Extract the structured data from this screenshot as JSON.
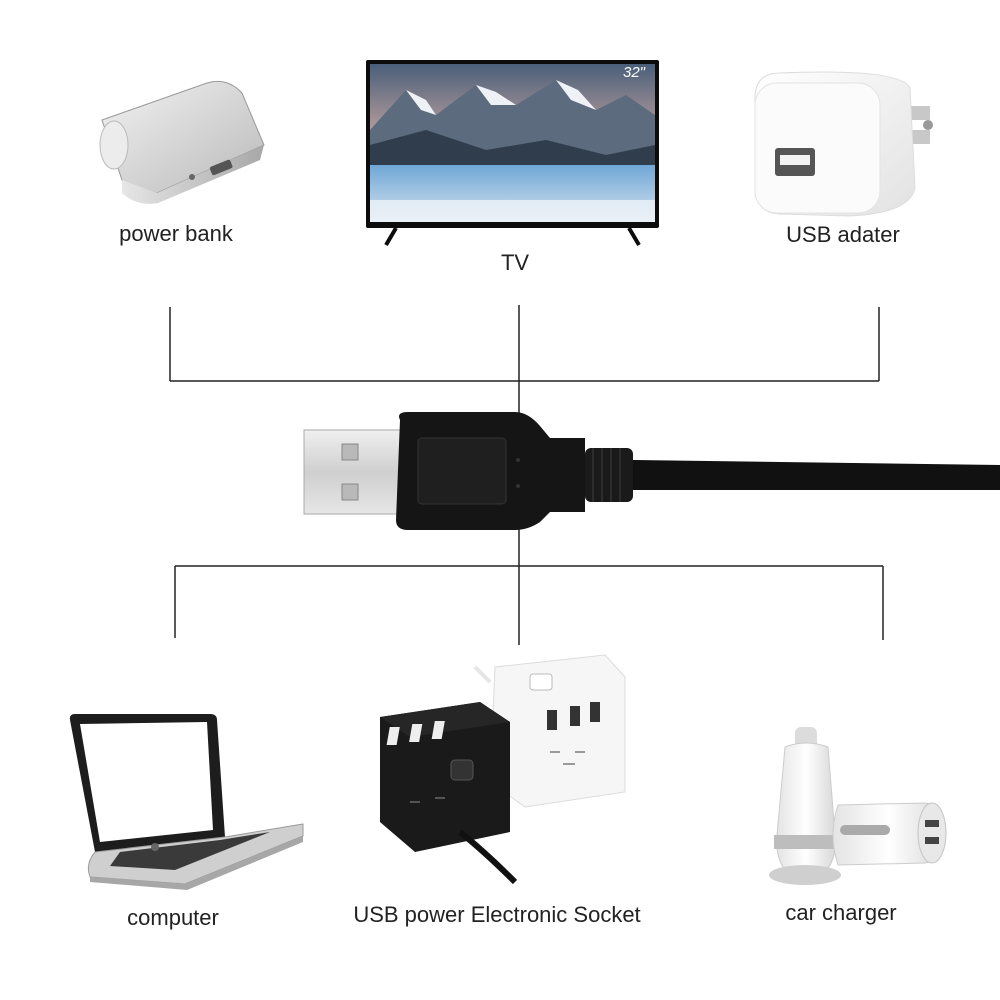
{
  "devices_top": [
    {
      "id": "power-bank",
      "label": "power bank"
    },
    {
      "id": "tv",
      "label": "TV",
      "screen_badge": "32\""
    },
    {
      "id": "usb-adapter",
      "label": "USB adater"
    }
  ],
  "devices_bottom": [
    {
      "id": "computer",
      "label": "computer"
    },
    {
      "id": "usb-socket",
      "label": "USB power Electronic Socket"
    },
    {
      "id": "car-charger",
      "label": "car charger"
    }
  ],
  "colors": {
    "line": "#222222",
    "cable": "#111111",
    "metal": "#d9d9d9",
    "silver": "#c8c8c8",
    "white_device": "#f4f4f4",
    "black_device": "#1c1c1c"
  }
}
